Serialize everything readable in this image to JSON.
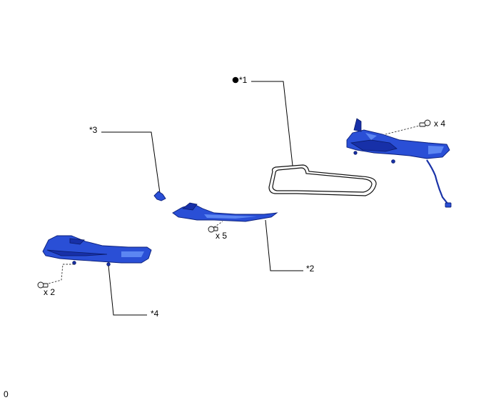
{
  "callouts": {
    "c1": {
      "text": "*1",
      "marker": "●"
    },
    "c2": {
      "text": "*2"
    },
    "c3": {
      "text": "*3"
    },
    "c4": {
      "text": "*4"
    }
  },
  "quantities": {
    "upper_right_bolts": "x 4",
    "center_bolts": "x 5",
    "lower_left_bolts": "x 2"
  },
  "corner_text": "0",
  "colors": {
    "part_blue": "#2a4fd6",
    "part_outline": "#0b1f7a"
  }
}
